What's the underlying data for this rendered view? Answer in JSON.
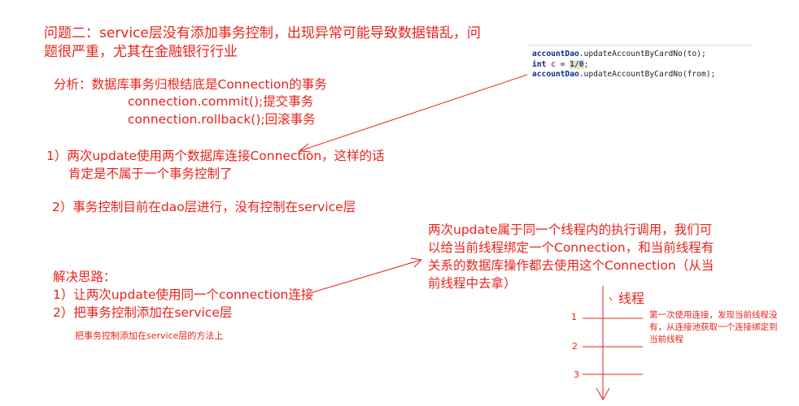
{
  "problem": {
    "line1": "问题二：service层没有添加事务控制，出现异常可能导致数据错乱，问",
    "line2": "题很严重，尤其在金融银行行业"
  },
  "analysis": {
    "line1": "分析：数据库事务归根结底是Connection的事务",
    "commit": "connection.commit();提交事务",
    "rollback": "connection.rollback();回滚事务"
  },
  "points": {
    "p1_line1": "1）两次update使用两个数据库连接Connection，这样的话",
    "p1_line2": "肯定是不属于一个事务控制了",
    "p2": "2）事务控制目前在dao层进行，没有控制在service层"
  },
  "solution": {
    "title": "解决思路：",
    "s1": "1）让两次update使用同一个connection连接",
    "s2": "2）把事务控制添加在service层",
    "note": "把事务控制添加在service层的方法上"
  },
  "explanation": {
    "line1": "两次update属于同一个线程内的执行调用，我们可",
    "line2": "以给当前线程绑定一个Connection，和当前线程有",
    "line3": "关系的数据库操作都去使用这个Connection（从当",
    "line4": "前线程中去拿）"
  },
  "code": {
    "line1_obj": "accountDao",
    "line1_rest": ".updateAccountByCardNo(to);",
    "line2_kw": "int",
    "line2_mid": " c = ",
    "line2_num": "1/0",
    "line2_end": ";",
    "line3_obj": "accountDao",
    "line3_rest": ".updateAccountByCardNo(from);"
  },
  "thread": {
    "label": "线程",
    "tick1": "1",
    "tick2": "2",
    "tick3": "3",
    "note_line1": "第一次使用连接，发现当前线程没",
    "note_line2": "有，从连接池获取一个连接绑定到",
    "note_line3": "当前线程"
  },
  "colors": {
    "annotation": "#e8231b",
    "code_text": "#222222",
    "code_highlight": "#e9e9a8"
  }
}
